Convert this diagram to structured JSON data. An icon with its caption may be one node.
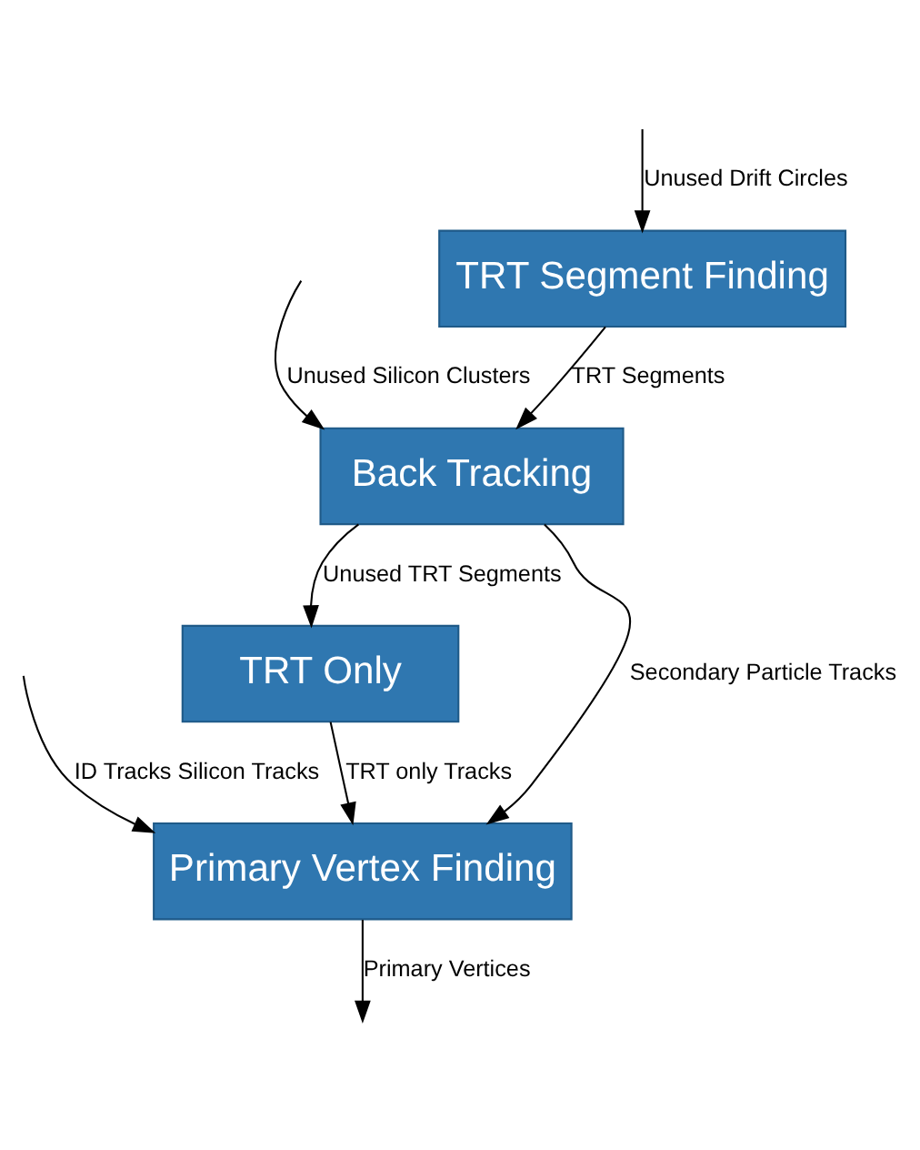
{
  "diagram": {
    "nodes": [
      {
        "text": [
          "TRT Segment Finding"
        ]
      },
      {
        "text": [
          "Back Tracking"
        ]
      },
      {
        "text": [
          "TRT Only"
        ]
      },
      {
        "text": [
          "Primary Vertex Finding"
        ]
      }
    ],
    "edges": [
      {
        "from": null,
        "to": 0,
        "arrow": "to",
        "label": "Unused Drift Circles"
      },
      {
        "from": 0,
        "to": 1,
        "arrow": "to",
        "label": "TRT Segments"
      },
      {
        "from": null,
        "to": 1,
        "arrow": "to",
        "label": "Unused Silicon Clusters"
      },
      {
        "from": 1,
        "to": 3,
        "arrow": "to",
        "label": "Secondary Particle Tracks"
      },
      {
        "from": 1,
        "to": 2,
        "arrow": "to",
        "label": "Unused TRT Segments"
      },
      {
        "from": null,
        "to": 3,
        "arrow": "to",
        "label": "ID Tracks Silicon Tracks"
      },
      {
        "from": 2,
        "to": 3,
        "arrow": "to",
        "label": "TRT only Tracks"
      },
      {
        "from": 3,
        "to": null,
        "arrow": "to",
        "label": "Primary Vertices"
      }
    ]
  }
}
